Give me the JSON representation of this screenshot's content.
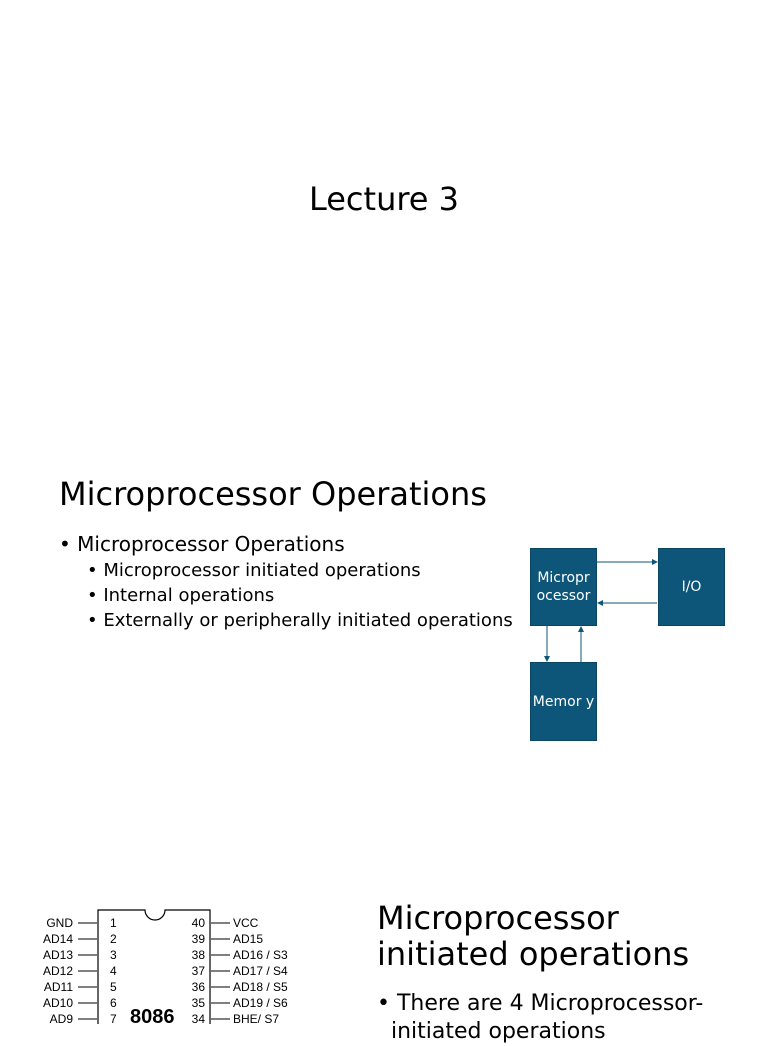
{
  "slide1": {
    "title": "Lecture 3"
  },
  "slide2": {
    "title": "Microprocessor Operations",
    "bullet_main": "Microprocessor Operations",
    "sub_bullets": [
      "Microprocessor initiated operations",
      "Internal operations",
      "Externally or peripherally initiated operations"
    ],
    "diagram": {
      "microprocessor_label": "Micropr ocessor",
      "io_label": "I/O",
      "memory_label": "Memor y",
      "block_color": "#0d5679"
    }
  },
  "slide3": {
    "title": "Microprocessor initiated operations",
    "bullet": "There are 4 Microprocessor-",
    "bullet_cont": "initiated operations",
    "chip": {
      "name": "8086",
      "left_pins": [
        {
          "num": "1",
          "label": "GND"
        },
        {
          "num": "2",
          "label": "AD14"
        },
        {
          "num": "3",
          "label": "AD13"
        },
        {
          "num": "4",
          "label": "AD12"
        },
        {
          "num": "5",
          "label": "AD11"
        },
        {
          "num": "6",
          "label": "AD10"
        },
        {
          "num": "7",
          "label": "AD9"
        }
      ],
      "right_pins": [
        {
          "num": "40",
          "label": "VCC"
        },
        {
          "num": "39",
          "label": "AD15"
        },
        {
          "num": "38",
          "label": "AD16 / S3"
        },
        {
          "num": "37",
          "label": "AD17 / S4"
        },
        {
          "num": "36",
          "label": "AD18 / S5"
        },
        {
          "num": "35",
          "label": "AD19 / S6"
        },
        {
          "num": "34",
          "label": "BHE/ S7"
        }
      ]
    }
  }
}
